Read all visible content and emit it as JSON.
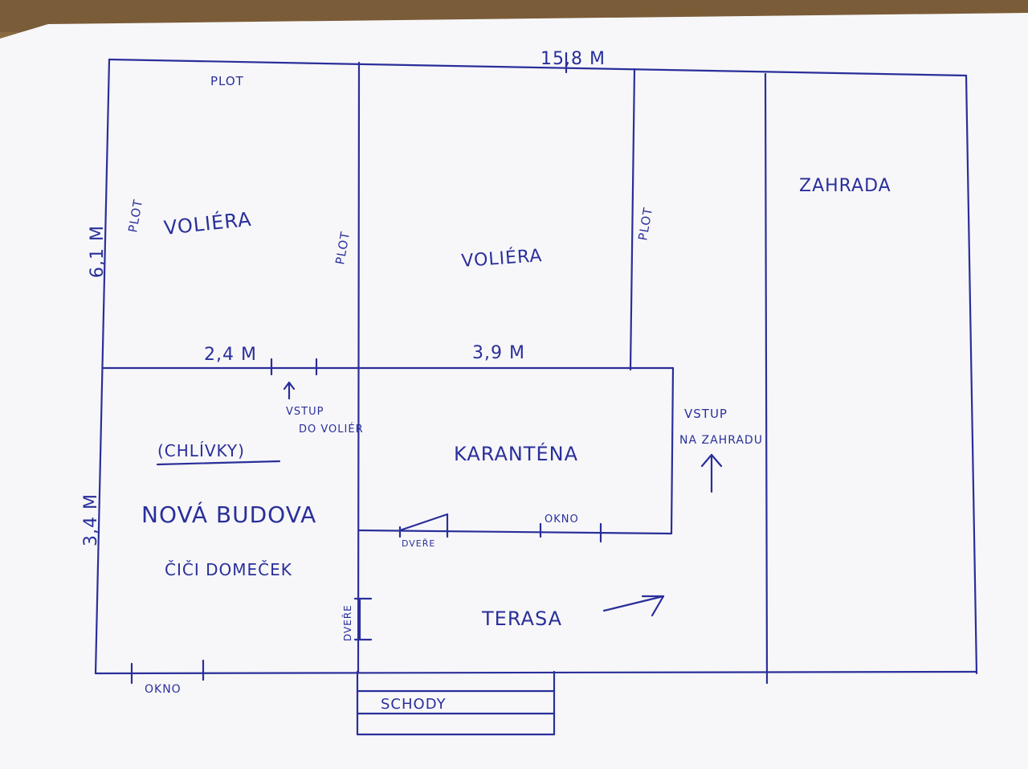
{
  "plan": {
    "dimensions": {
      "total_width": "15,8 M",
      "aviary_depth": "6,1 M",
      "aviary_left_width": "2,4 M",
      "aviary_mid_width": "3,9 M",
      "building_depth": "3,4 M"
    },
    "rooms": {
      "aviary_left": "VOLIÉRA",
      "aviary_mid": "VOLIÉRA",
      "garden": "ZAHRADA",
      "quarantine": "KARANTÉNA",
      "sheds": "(CHLÍVKY)",
      "new_building": "NOVÁ BUDOVA",
      "cat_house": "ČIČI DOMEČEK",
      "terrace": "TERASA",
      "stairs": "SCHODY"
    },
    "labels": {
      "fence_top": "PLOT",
      "fence_left": "PLOT",
      "fence_mid": "PLOT",
      "fence_right": "PLOT",
      "entry_aviary_line1": "VSTUP",
      "entry_aviary_line2": "DO VOLIÉR",
      "entry_garden_line1": "VSTUP",
      "entry_garden_line2": "NA ZAHRADU",
      "window_bottom": "OKNO",
      "window_quarantine": "OKNO",
      "door_quarantine": "DVEŘE",
      "door_terrace": "DVEŘE"
    },
    "colors": {
      "ink": "#2a2f9a",
      "paper": "#f7f7f9",
      "table": "#8a6a43"
    }
  }
}
